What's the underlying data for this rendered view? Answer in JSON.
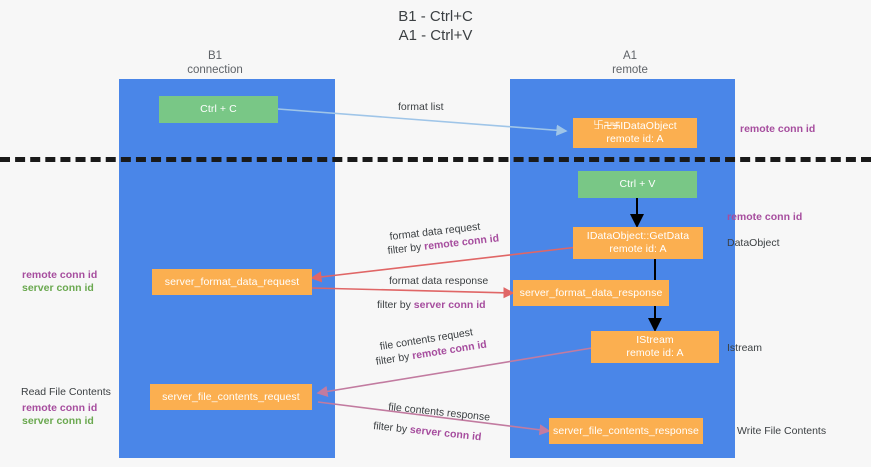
{
  "title": {
    "line1": "B1 - Ctrl+C",
    "line2": "A1 - Ctrl+V"
  },
  "lanes": [
    {
      "name": "B1",
      "role": "connection"
    },
    {
      "name": "A1",
      "role": "remote"
    }
  ],
  "colors": {
    "lane": "#4a86e8",
    "green_node": "#79c786",
    "orange_node": "#fbaf50",
    "purple_text": "#a64d9e",
    "green_text": "#6aa84f",
    "format_arrow": "#9fc5e8",
    "data_arrow": "#e06666",
    "file_arrow": "#c27ba0",
    "black_arrow": "#000000",
    "divider": "#1a1a1a",
    "background": "#f7f7f7"
  },
  "nodes": {
    "ctrl_c": {
      "label": "Ctrl + C"
    },
    "ctrl_v": {
      "label": "Ctrl + V"
    },
    "idataobject": {
      "line1": "࿕࿖࿗IDataObject",
      "line2": "remote id: A"
    },
    "getdata": {
      "line1": "IDataObject::GetData",
      "line2": "remote id: A"
    },
    "istream": {
      "line1": "IStream",
      "line2": "remote id: A"
    },
    "server_format_data_request": {
      "label": "server_format_data_request"
    },
    "server_format_data_response": {
      "label": "server_format_data_response"
    },
    "server_file_contents_request": {
      "label": "server_file_contents_request"
    },
    "server_file_contents_response": {
      "label": "server_file_contents_response"
    }
  },
  "edge_labels": {
    "format_list": "format list",
    "format_data_request": "format data request",
    "format_data_request_filter_prefix": "filter by ",
    "format_data_request_filter_key": "remote conn id",
    "format_data_response": "format data response",
    "format_data_response_filter_prefix": "filter by ",
    "format_data_response_filter_key": "server conn id",
    "file_contents_request": "file contents request",
    "file_contents_request_filter_prefix": "filter by ",
    "file_contents_request_filter_key": "remote conn id",
    "file_contents_response": "file contents response",
    "file_contents_response_filter_prefix": "filter by ",
    "file_contents_response_filter_key": "server conn id"
  },
  "right_labels": {
    "remote_conn_id_top": "remote conn id",
    "remote_conn_id_mid": "remote conn id",
    "dataobject": "DataObject",
    "istream": "Istream",
    "write_file_contents": "Write File Contents"
  },
  "left_labels": {
    "legend_remote": "remote conn id",
    "legend_server": "server conn id",
    "read_file_contents": "Read File Contents",
    "legend_remote_2": "remote conn id",
    "legend_server_2": "server conn id"
  }
}
